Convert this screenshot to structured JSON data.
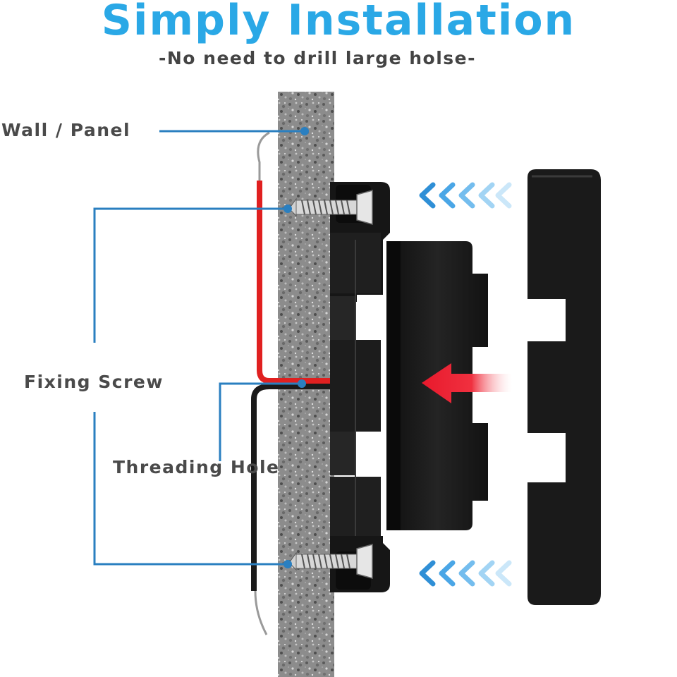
{
  "title": "Simply Installation",
  "subtitle": "-No need to drill large holse-",
  "labels": {
    "wall_panel": "Wall / Panel",
    "fixing_screw": "Fixing Screw",
    "threading_hole": "Threading Hole"
  },
  "colors": {
    "title": "#2aa8e6",
    "leader_line": "#2a7fc0",
    "arrow_red": "#e8192c",
    "chevron_blue": "#3aa0e0",
    "wire_red": "#e02020",
    "wire_black": "#1a1a1a",
    "device": "#151515"
  },
  "icons": [
    "screw-icon",
    "chevron-left-icon",
    "push-arrow-icon"
  ]
}
